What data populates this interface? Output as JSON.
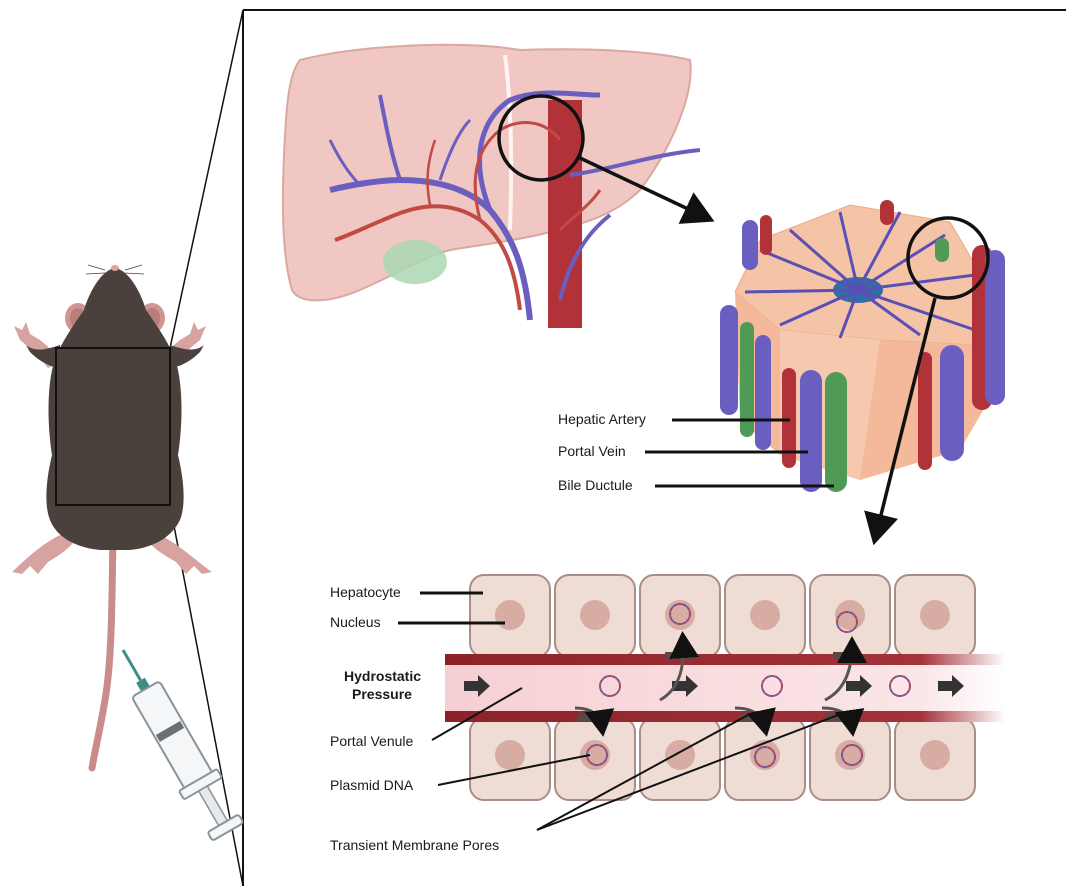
{
  "labels": {
    "hepatic_artery": "Hepatic Artery",
    "portal_vein": "Portal Vein",
    "bile_ductule": "Bile Ductule",
    "hepatocyte": "Hepatocyte",
    "nucleus": "Nucleus",
    "hydrostatic_line1": "Hydrostatic",
    "hydrostatic_line2": "Pressure",
    "portal_venule": "Portal Venule",
    "plasmid_dna": "Plasmid DNA",
    "transient_pores": "Transient Membrane Pores"
  },
  "colors": {
    "liver": "#f0c7c2",
    "liver_edge": "#d9a8a2",
    "artery": "#b2323a",
    "portal_vein": "#6a5fc1",
    "bile_duct": "#4f9a55",
    "hepatocyte": "#efdcd5",
    "hepatocyte_edge": "#a88e87",
    "nucleus": "#d7ada3",
    "venule_wall": "#9b2a31",
    "venule_lumen": "#fbe4e6",
    "mouse_fur": "#4a403c",
    "mouse_pink": "#d7a3a0"
  },
  "icons": [
    "mouse-illustration",
    "syringe-icon",
    "liver-illustration",
    "lobule-illustration",
    "plasmid-icon",
    "flow-arrow-icon"
  ]
}
